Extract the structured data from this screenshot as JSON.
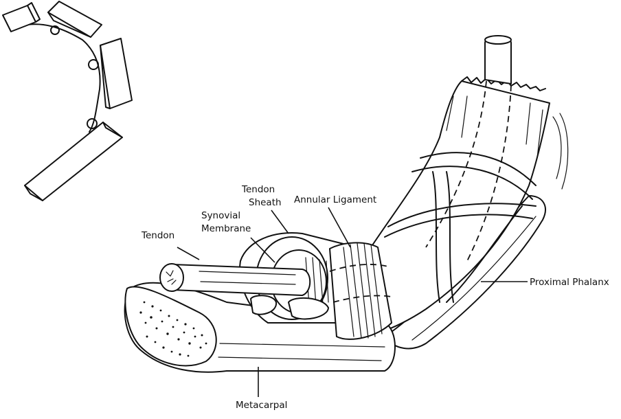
{
  "labels": {
    "tendon": "Tendon",
    "tendon_sheath_line1": "Tendon",
    "tendon_sheath_line2": "Sheath",
    "synovial_line1": "Synovial",
    "synovial_line2": "Membrane",
    "annular": "Annular Ligament",
    "proximal": "Proximal Phalanx",
    "metacarpal": "Metacarpal"
  }
}
